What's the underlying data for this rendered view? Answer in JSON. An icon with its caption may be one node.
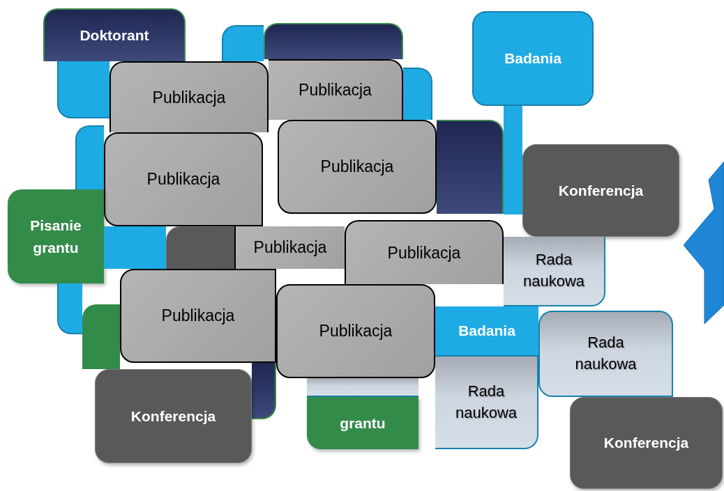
{
  "diagram": {
    "nodes": [
      {
        "text": [
          "Doktorant"
        ]
      },
      {
        "text": [],
        "shape": "box"
      },
      {
        "text": [],
        "shape": "box"
      },
      {
        "text": [
          "Badania"
        ]
      },
      {
        "text": [],
        "shape": "box"
      },
      {
        "text": [
          "Publikacja"
        ]
      },
      {
        "text": [
          "Publikacja"
        ]
      },
      {
        "text": [],
        "shape": "box"
      },
      {
        "text": [],
        "shape": "box"
      },
      {
        "text": [],
        "shape": "box"
      },
      {
        "text": [
          "Publikacja"
        ]
      },
      {
        "text": [
          "Publikacja"
        ]
      },
      {
        "text": [],
        "shape": "box"
      },
      {
        "text": [
          "Konferencja"
        ]
      },
      {
        "text": [
          "Pisanie grantu"
        ]
      },
      {
        "text": [],
        "shape": "box"
      },
      {
        "text": [],
        "shape": "box"
      },
      {
        "text": [
          "Publikacja"
        ]
      },
      {
        "text": [
          "Rada naukowa"
        ]
      },
      {
        "text": [
          "Publikacja"
        ]
      },
      {
        "text": [],
        "shape": "box"
      },
      {
        "text": [],
        "shape": "box"
      },
      {
        "text": [
          "Publikacja"
        ]
      },
      {
        "text": [
          "Badania"
        ]
      },
      {
        "text": [
          "Rada naukowa"
        ]
      },
      {
        "text": [
          "Publikacja"
        ]
      },
      {
        "text": [],
        "shape": "box"
      },
      {
        "text": [],
        "shape": "box"
      },
      {
        "text": [
          "grantu"
        ]
      },
      {
        "text": [
          "Rada naukowa"
        ]
      },
      {
        "text": [
          "Konferencja"
        ]
      },
      {
        "text": [
          "Konferencja"
        ]
      },
      {
        "text": [],
        "shape": "star"
      }
    ]
  }
}
